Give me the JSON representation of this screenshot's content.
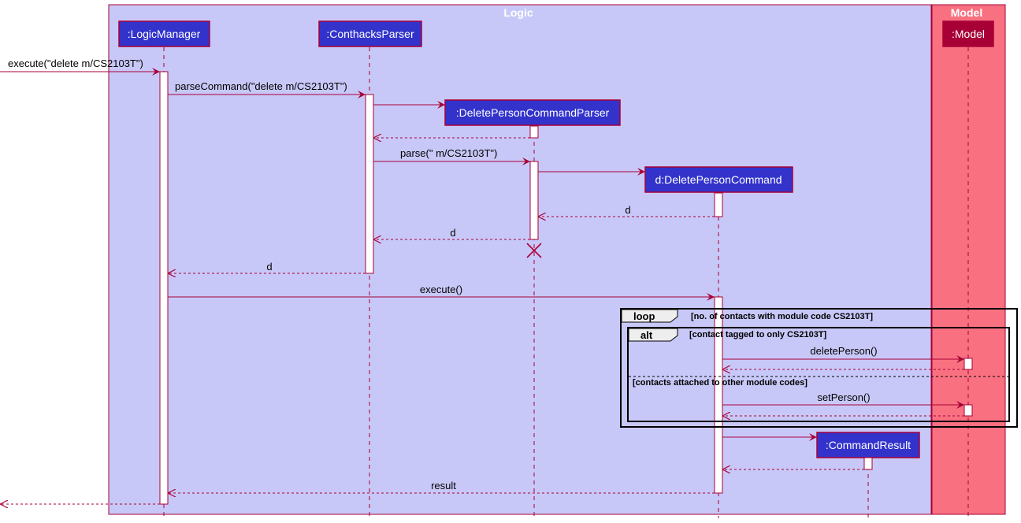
{
  "boundaries": {
    "logic": {
      "title": "Logic",
      "color": "#C8C8F8"
    },
    "model": {
      "title": "Model",
      "color": "#F97181"
    }
  },
  "participants": {
    "logic_manager": ":LogicManager",
    "conthacks_parser": ":ConthacksParser",
    "delete_parser": ":DeletePersonCommandParser",
    "delete_command": "d:DeletePersonCommand",
    "command_result": ":CommandResult",
    "model": ":Model"
  },
  "messages": {
    "execute_in": "execute(\"delete m/CS2103T\")",
    "parse_command": "parseCommand(\"delete m/CS2103T\")",
    "parse": "parse(\" m/CS2103T\")",
    "return_d_command": "d",
    "return_d_parser": "d",
    "return_d_manager": "d",
    "execute": "execute()",
    "delete_person": "deletePerson()",
    "set_person": "setPerson()",
    "result": "result"
  },
  "fragments": {
    "loop": {
      "keyword": "loop",
      "guard": "[no. of contacts with module code CS2103T]"
    },
    "alt": {
      "keyword": "alt",
      "guard1": "[contact tagged to only CS2103T]",
      "guard2": "[contacts attached to other module codes]"
    }
  },
  "colors": {
    "arrow": "#A80036",
    "participant_fill": "#3333CC",
    "model_participant_fill": "#A80036",
    "activation_fill": "#FFFFFF",
    "destroy": "#A80036"
  }
}
